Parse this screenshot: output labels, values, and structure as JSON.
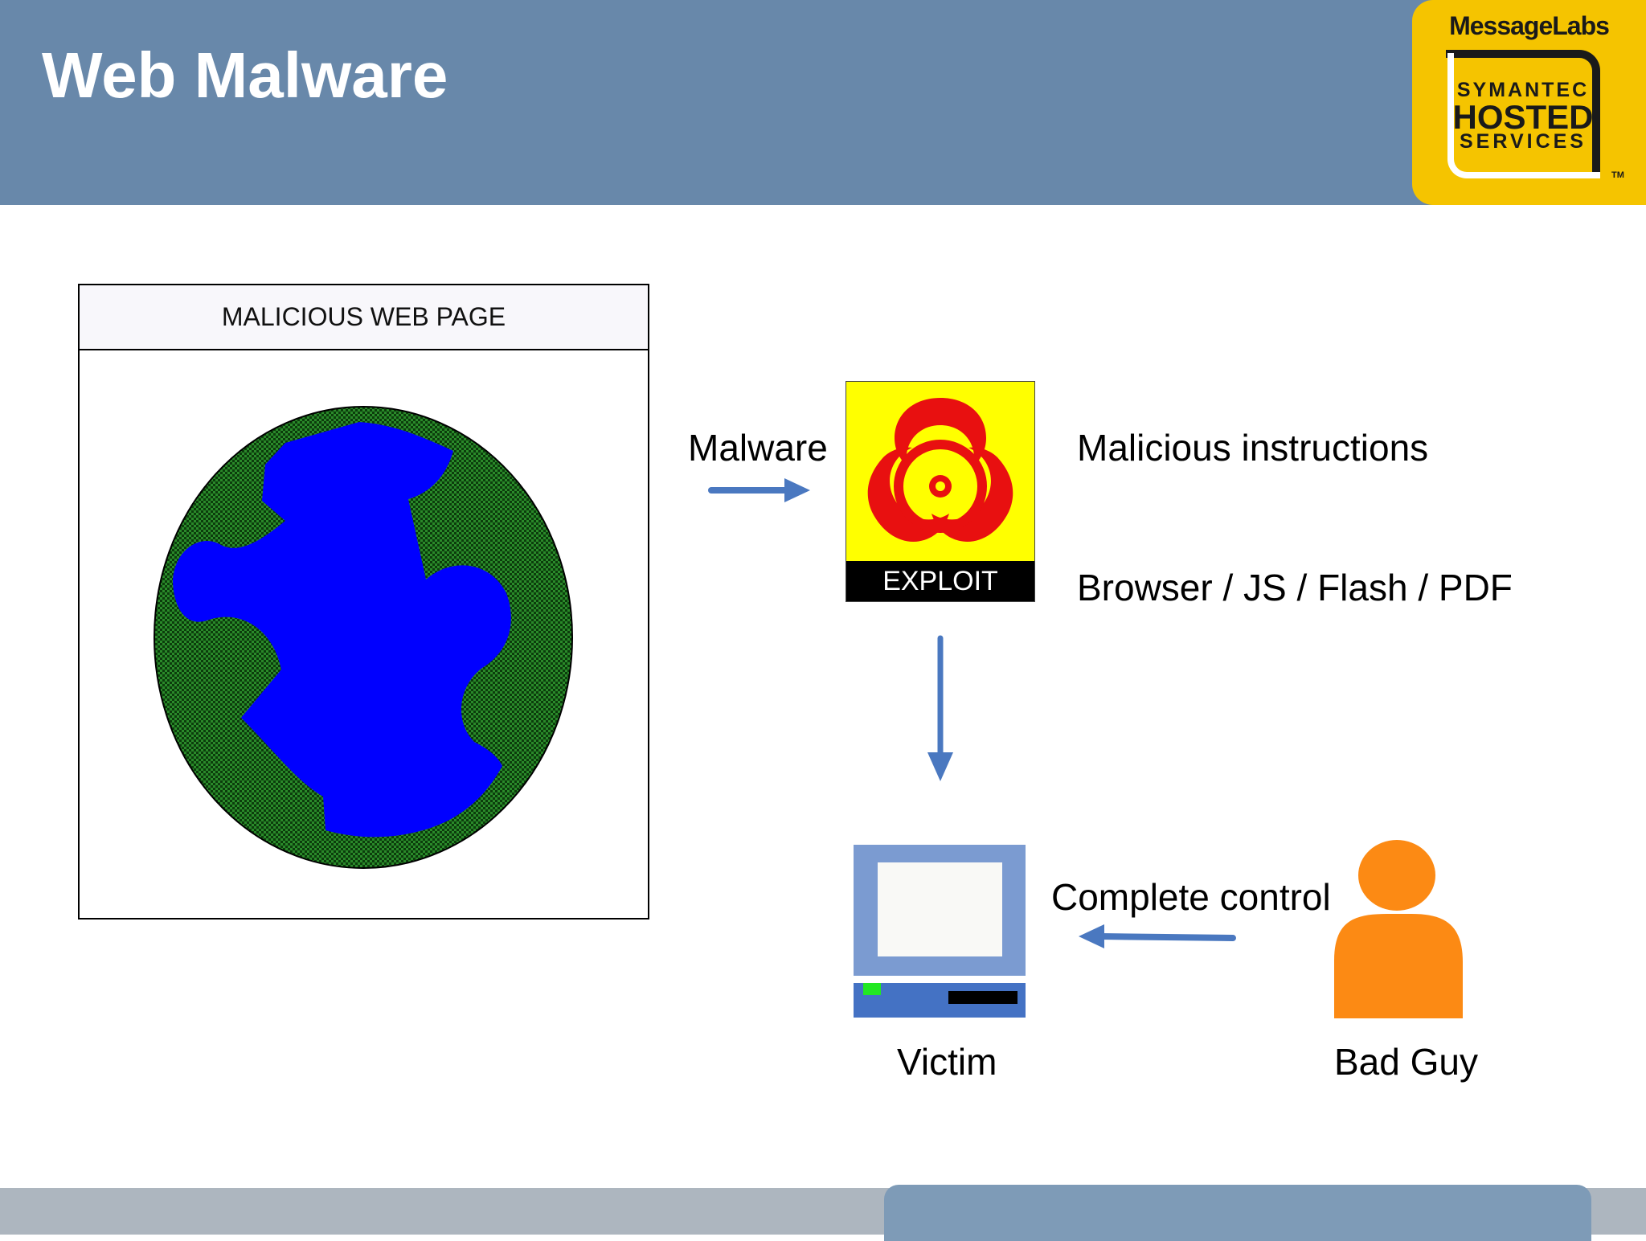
{
  "slide": {
    "title": "Web Malware"
  },
  "logo": {
    "brand": "MessageLabs",
    "line1": "SYMANTEC",
    "line2": "HOSTED",
    "line3": "SERVICES",
    "tm": "TM",
    "color": "#f5c400"
  },
  "diagram": {
    "page_box_label": "MALICIOUS WEB PAGE",
    "malware_label": "Malware",
    "exploit_label": "EXPLOIT",
    "malicious_instructions": "Malicious instructions",
    "vectors": "Browser / JS / Flash / PDF",
    "complete_control": "Complete control",
    "victim_label": "Victim",
    "bad_guy_label": "Bad Guy",
    "icons": [
      "globe-icon",
      "biohazard-icon",
      "computer-icon",
      "person-icon"
    ],
    "colors": {
      "header": "#6888aa",
      "arrow": "#4a78c0",
      "globe_land": "#0000ff",
      "globe_sea": "#1f7a1f",
      "biohazard": "#e81010",
      "exploit_bg": "#ffff00",
      "person": "#fc8a14"
    }
  }
}
